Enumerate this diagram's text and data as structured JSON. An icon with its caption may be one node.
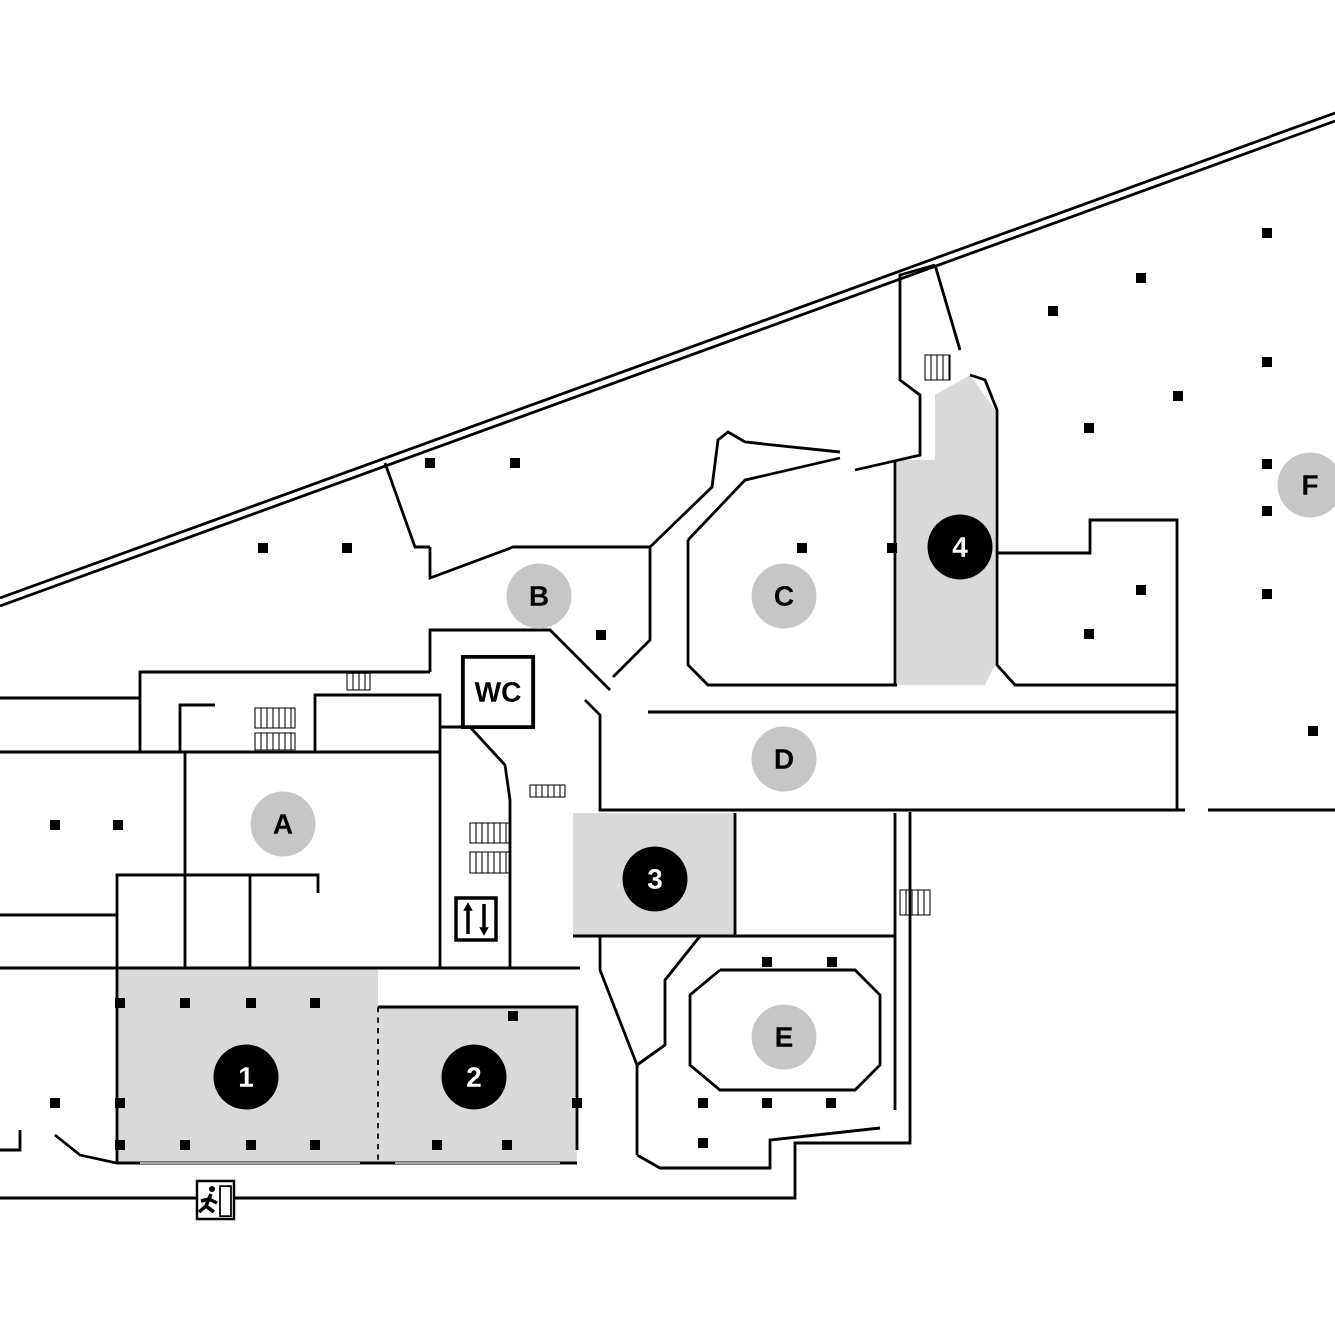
{
  "diagram": {
    "nodes": [
      {
        "text": [
          "A"
        ]
      },
      {
        "text": [
          "B"
        ]
      },
      {
        "text": [
          "WC"
        ]
      },
      {
        "text": [
          "C"
        ]
      },
      {
        "text": [
          "4"
        ]
      },
      {
        "text": [
          "F"
        ]
      },
      {
        "text": [
          "D"
        ]
      },
      {
        "text": [
          "3"
        ]
      },
      {
        "text": [
          "E"
        ]
      },
      {
        "text": [
          "1"
        ]
      },
      {
        "text": [
          "2"
        ]
      }
    ],
    "edges": []
  }
}
